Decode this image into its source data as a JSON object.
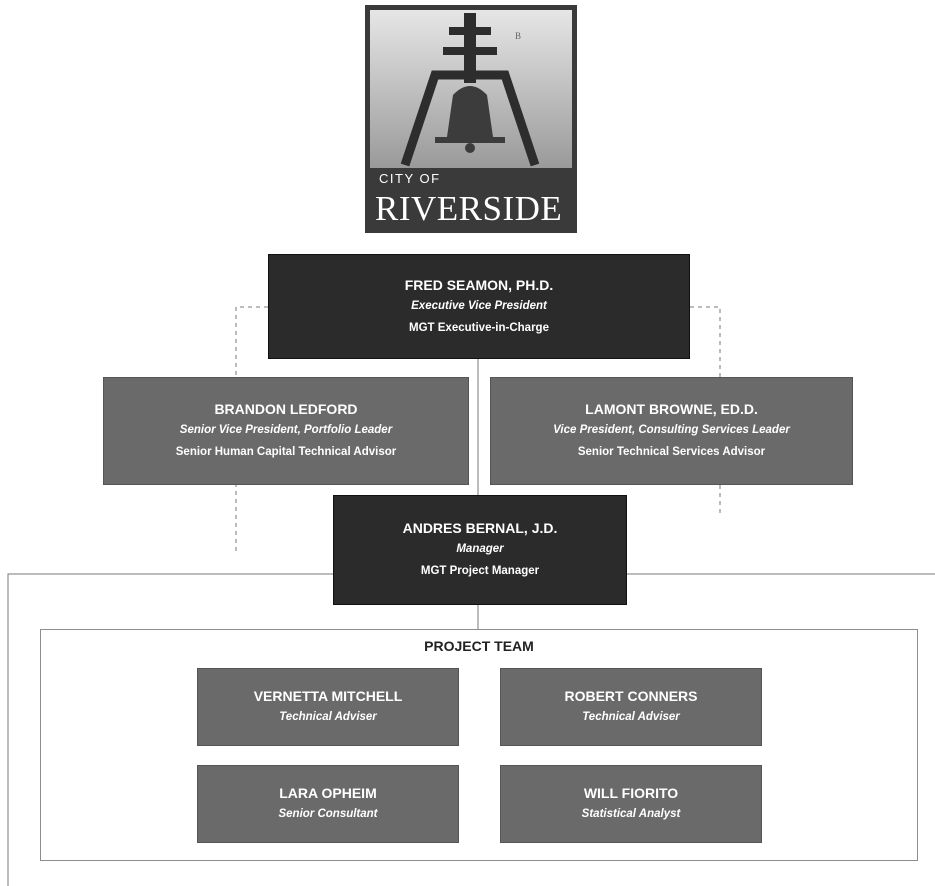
{
  "logo": {
    "city_text": "CITY OF",
    "name_text": "RIVERSIDE",
    "letter_mark": "B"
  },
  "executive": {
    "name": "FRED SEAMON, PH.D.",
    "title": "Executive Vice President",
    "role": "MGT Executive-in-Charge"
  },
  "leaders": [
    {
      "name": "BRANDON LEDFORD",
      "title": "Senior Vice President, Portfolio Leader",
      "role": "Senior Human Capital Technical Advisor"
    },
    {
      "name": "LAMONT BROWNE, ED.D.",
      "title": "Vice President, Consulting Services Leader",
      "role": "Senior Technical Services Advisor"
    }
  ],
  "manager": {
    "name": "ANDRES BERNAL, J.D.",
    "title": "Manager",
    "role": "MGT Project Manager"
  },
  "team": {
    "heading": "PROJECT TEAM",
    "members": [
      {
        "name": "VERNETTA MITCHELL",
        "title": "Technical Adviser"
      },
      {
        "name": "ROBERT CONNERS",
        "title": "Technical Adviser"
      },
      {
        "name": "LARA OPHEIM",
        "title": "Senior Consultant"
      },
      {
        "name": "WILL FIORITO",
        "title": "Statistical Analyst"
      }
    ]
  },
  "colors": {
    "dark_box": "#2b2b2b",
    "mid_box": "#6a6a6a",
    "logo_bg": "#3a3a3a",
    "connector": "#7a7a7a"
  }
}
